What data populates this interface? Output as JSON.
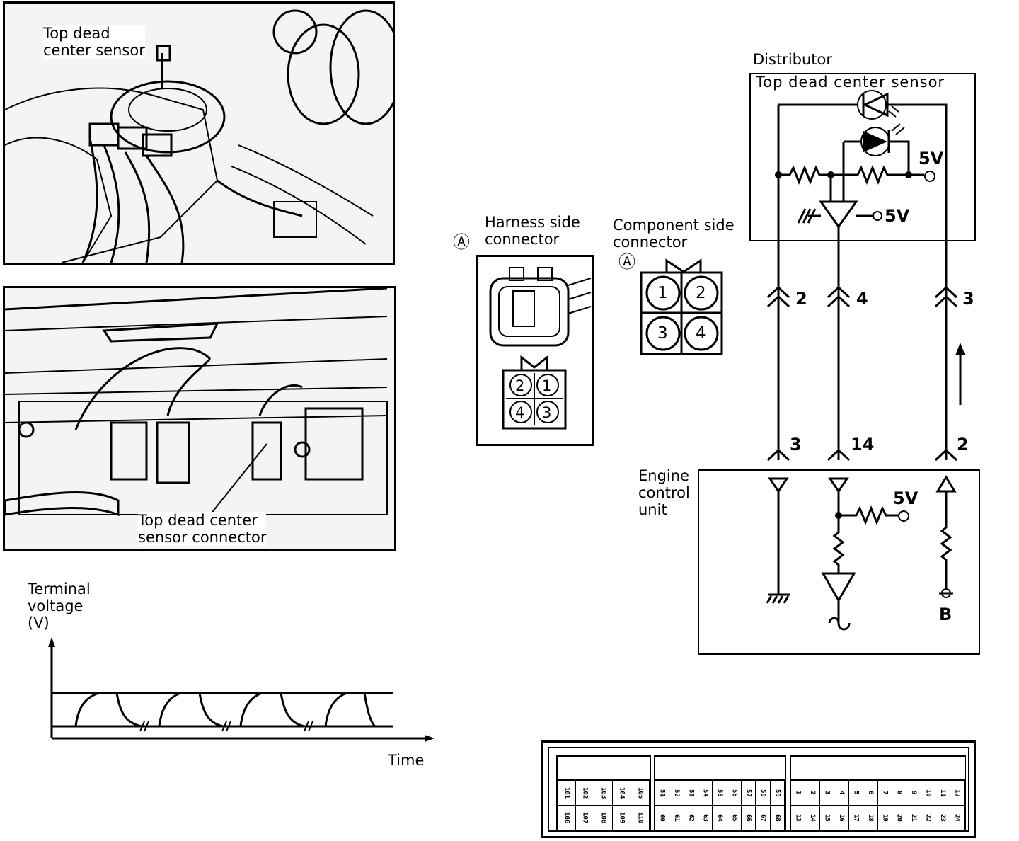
{
  "photo_engine": {
    "label": "Top dead\ncenter sensor"
  },
  "photo_connector": {
    "label": "Top dead center\nsensor connector"
  },
  "harness": {
    "marker": "Ⓐ",
    "label": "Harness side\nconnector",
    "pins": [
      "2",
      "1",
      "4",
      "3"
    ]
  },
  "component": {
    "marker": "Ⓐ",
    "label": "Component side\nconnector",
    "pins": [
      "1",
      "2",
      "3",
      "4"
    ]
  },
  "distributor": {
    "title": "Distributor",
    "sensor": "Top dead center sensor",
    "v1": "5V",
    "v2": "5V"
  },
  "ecu": {
    "title": "Engine\ncontrol\nunit",
    "v": "5V",
    "ground_b": "B"
  },
  "connector_pins": {
    "top": [
      "2",
      "4",
      "3"
    ],
    "bottom": [
      "3",
      "14",
      "2"
    ]
  },
  "graph": {
    "ylabel": "Terminal\nvoltage\n(V)",
    "xlabel": "Time"
  },
  "ecu_connector": {
    "group1": [
      "101",
      "102",
      "103",
      "104",
      "105",
      "106",
      "107",
      "108",
      "109",
      "110"
    ],
    "group2": [
      "51",
      "52",
      "53",
      "54",
      "55",
      "56",
      "57",
      "58",
      "59",
      "60",
      "61",
      "62",
      "63",
      "64",
      "65",
      "66",
      "67",
      "68"
    ],
    "group3": [
      "1",
      "2",
      "3",
      "4",
      "5",
      "6",
      "7",
      "8",
      "9",
      "10",
      "11",
      "12",
      "13",
      "14",
      "15",
      "16",
      "17",
      "18",
      "19",
      "20",
      "21",
      "22",
      "23",
      "24"
    ]
  }
}
